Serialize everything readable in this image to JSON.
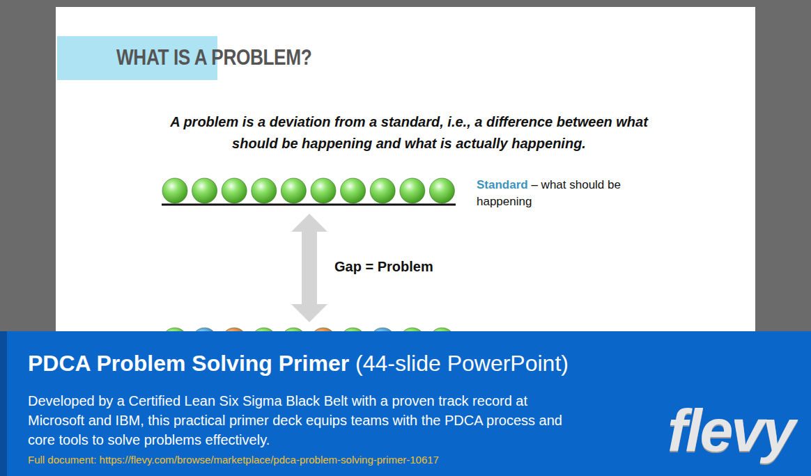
{
  "diagram": {
    "title": "WHAT IS A PROBLEM?",
    "nodes": [
      {
        "text": [
          "PDCA Problem Solving Primer",
          "(44-slide PowerPoint)",
          "Developed by a Certified Lean Six Sigma Black Belt with a proven track record at Microsoft and IBM, this practical primer deck equips teams with the PDCA process and core tools to solve problems effectively.",
          "Full document: https://flevy.com/browse/marketplace/pdca-problem-solving-primer-10617"
        ]
      }
    ],
    "labels": [
      "A problem is a deviation from a standard, i.e., a difference between what should be happening and what is actually happening.",
      "Standard",
      "– what should be happening",
      "Gap = Problem",
      "flevy"
    ]
  }
}
